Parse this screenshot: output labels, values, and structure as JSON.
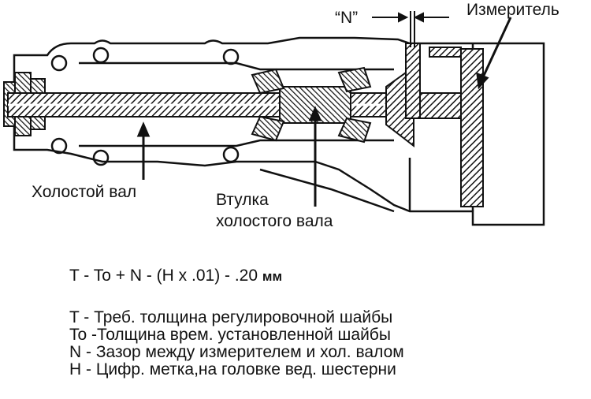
{
  "labels": {
    "n_gap": "“N”",
    "gauge": "Измеритель",
    "idle_shaft": "Холостой вал",
    "sleeve_line1": "Втулка",
    "sleeve_line2": "холостого вала"
  },
  "formula": {
    "expression": "T - To + N - (H x .01) - .20",
    "unit": "мм"
  },
  "legend": [
    "T - Треб. толщина регулировочной шайбы",
    "To -Толщина врем. установленной шайбы",
    "N - Зазор между измерителем и хол. валом",
    "H - Цифр. метка,на головке вед. шестерни"
  ]
}
